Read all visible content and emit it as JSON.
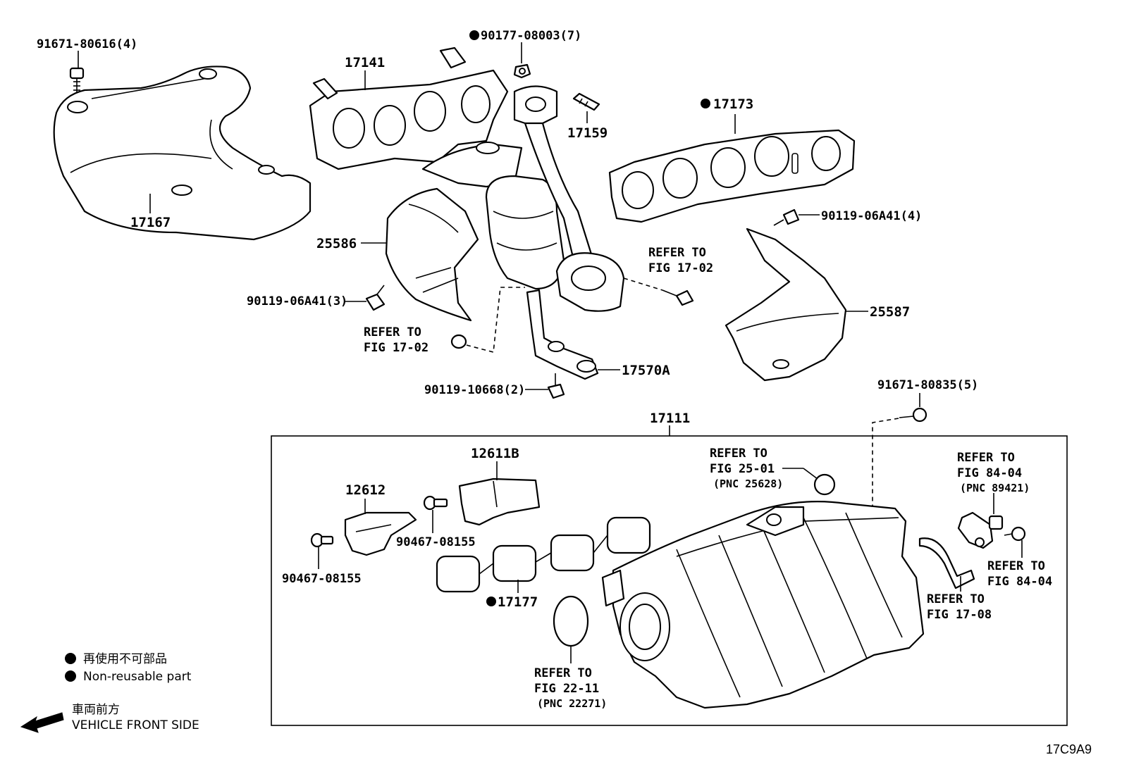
{
  "labels": {
    "bolt_91671_80616": "91671-80616(4)",
    "nut_90177_08003": "90177-08003(7)",
    "manifold_17141": "17141",
    "stud_17159": "17159",
    "gasket_17173": "17173",
    "insulator_17167": "17167",
    "insulator_25586": "25586",
    "bolt_90119_06A41_4": "90119-06A41(4)",
    "bolt_90119_06A41_3": "90119-06A41(3)",
    "insulator_25587": "25587",
    "stay_17570A": "17570A",
    "bolt_90119_10668": "90119-10668(2)",
    "bolt_91671_80835": "91671-80835(5)",
    "intake_17111": "17111",
    "cover_12611B": "12611B",
    "cover_12612": "12612",
    "clip_90467_a": "90467-08155",
    "clip_90467_b": "90467-08155",
    "gasket_17177": "17177"
  },
  "references": {
    "refer_to": "REFER TO",
    "fig_17_02_a": "FIG 17-02",
    "fig_17_02_b": "FIG 17-02",
    "fig_25_01": "FIG 25-01",
    "pnc_25628": "(PNC 25628)",
    "fig_84_04_a": "FIG 84-04",
    "pnc_89421": "(PNC 89421)",
    "fig_84_04_b": "FIG 84-04",
    "fig_17_08": "FIG 17-08",
    "fig_22_11": "FIG 22-11",
    "pnc_22271": "(PNC 22271)"
  },
  "legend": {
    "non_reusable_jp": "再使用不可部品",
    "non_reusable_en": "Non-reusable part",
    "front_jp": "車両前方",
    "front_en": "VEHICLE FRONT SIDE"
  },
  "diagram_code": "17C9A9",
  "colors": {
    "line": "#000000",
    "background": "#ffffff"
  }
}
